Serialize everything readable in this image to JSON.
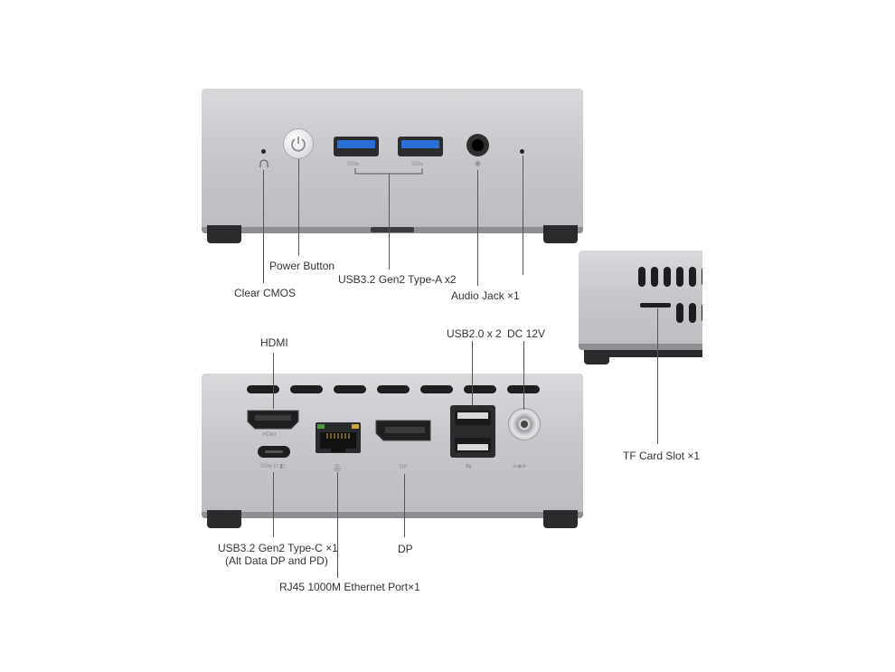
{
  "labels": {
    "clear_cmos": "Clear CMOS",
    "power_button": "Power Button",
    "usb_a": "USB3.2 Gen2 Type-A x2",
    "audio_jack": "Audio Jack ×1",
    "hdmi": "HDMI",
    "usb2": "USB2.0 x 2",
    "dc": "DC 12V",
    "tf_card": "TF Card Slot ×1",
    "usb_c_line1": "USB3.2 Gen2 Type-C ×1",
    "usb_c_line2": "(Alt Data DP and PD)",
    "dp": "DP",
    "rj45": "RJ45 1000M Ethernet Port×1"
  },
  "port_marks": {
    "hdmi_mark": "HDMI",
    "dp_mark": "DP"
  }
}
